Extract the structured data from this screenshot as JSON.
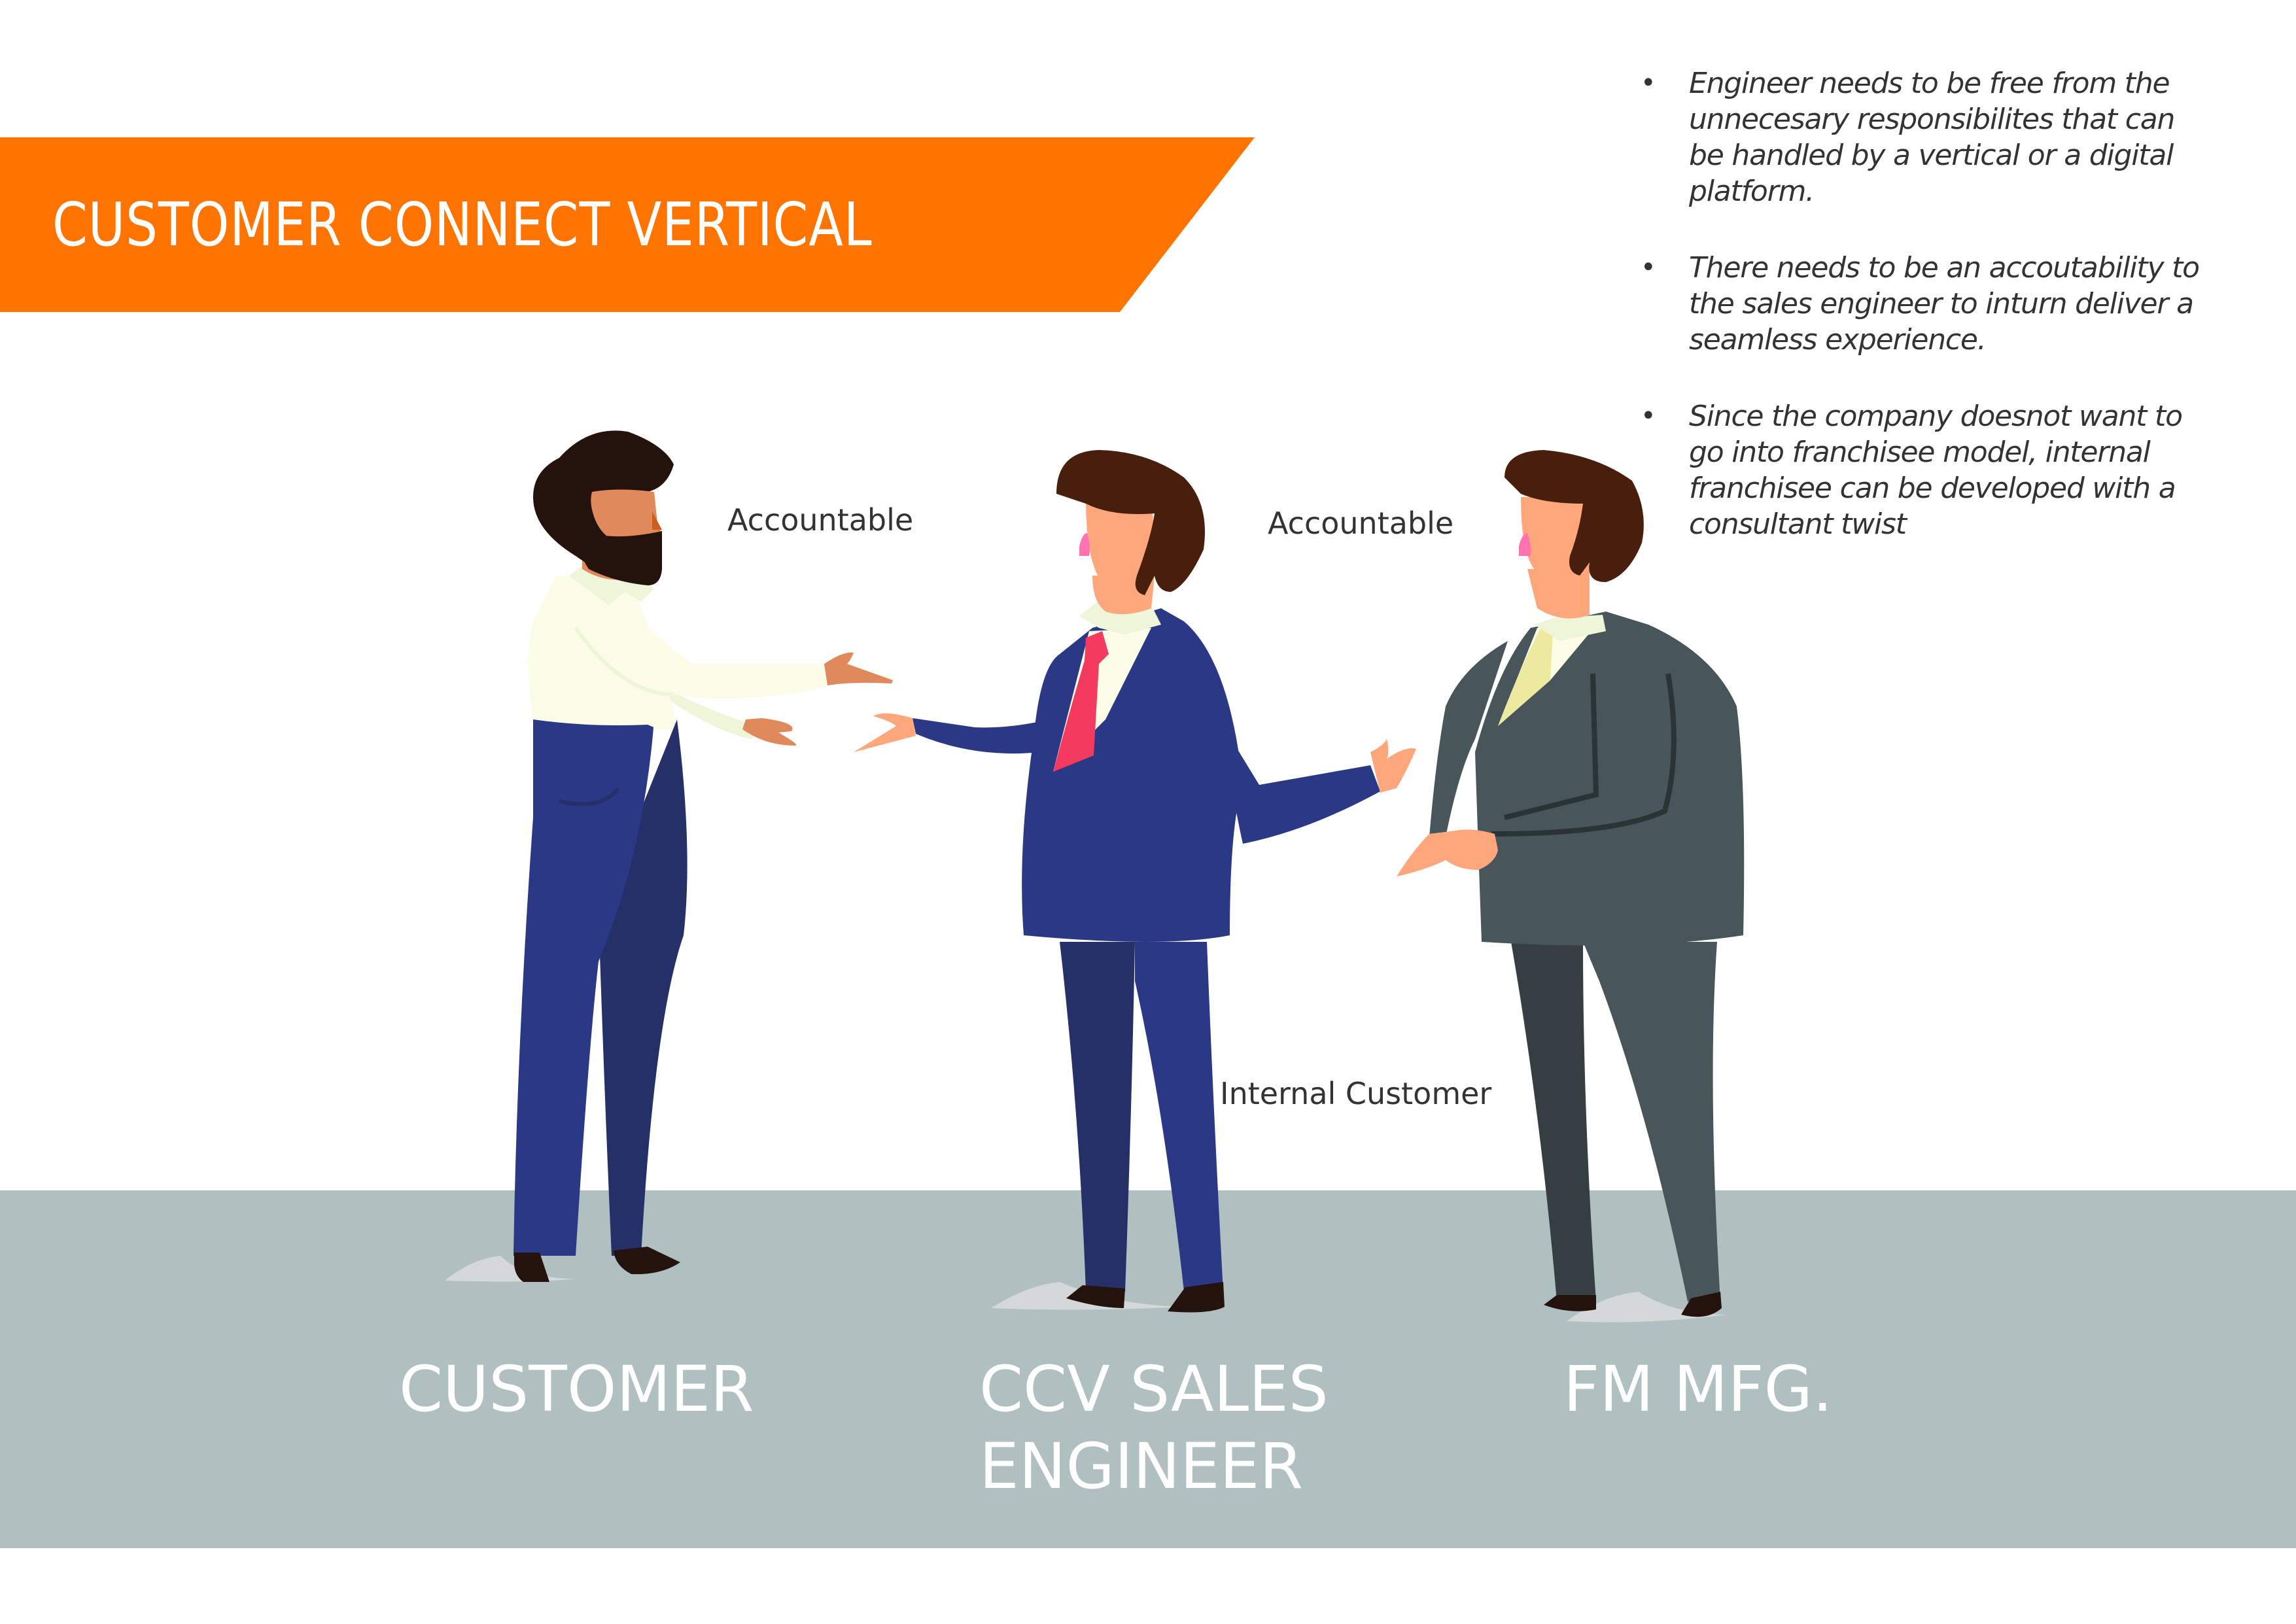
{
  "banner": {
    "title": "CUSTOMER CONNECT VERTICAL",
    "color": "#ff7300"
  },
  "notes": [
    "Engineer needs to be free from the unnecesary responsibilites that can be handled by a vertical or a digital platform.",
    "There needs to be an accoutability to the sales engineer to inturn deliver a seamless experience.",
    "Since the company doesnot want to go into franchisee model, internal franchisee can be developed with a consultant twist"
  ],
  "relations": {
    "customer_to_engineer": "Accountable",
    "engineer_to_mfg": "Accountable",
    "internal": "Internal Customer"
  },
  "roles": {
    "customer": "CUSTOMER",
    "engineer_line1": "CCV SALES",
    "engineer_line2": "ENGINEER",
    "mfg": "FM MFG."
  },
  "colors": {
    "floor": "#b0bfbf",
    "navy_suit": "#2b3885",
    "gray_suit": "#48555a",
    "shirt": "#fbfde6",
    "hair": "#471f0c",
    "tie_red": "#f43b5f",
    "tie_yellow": "#ecea9f",
    "skin_light": "#fea77c",
    "skin_dark": "#e0895a"
  }
}
